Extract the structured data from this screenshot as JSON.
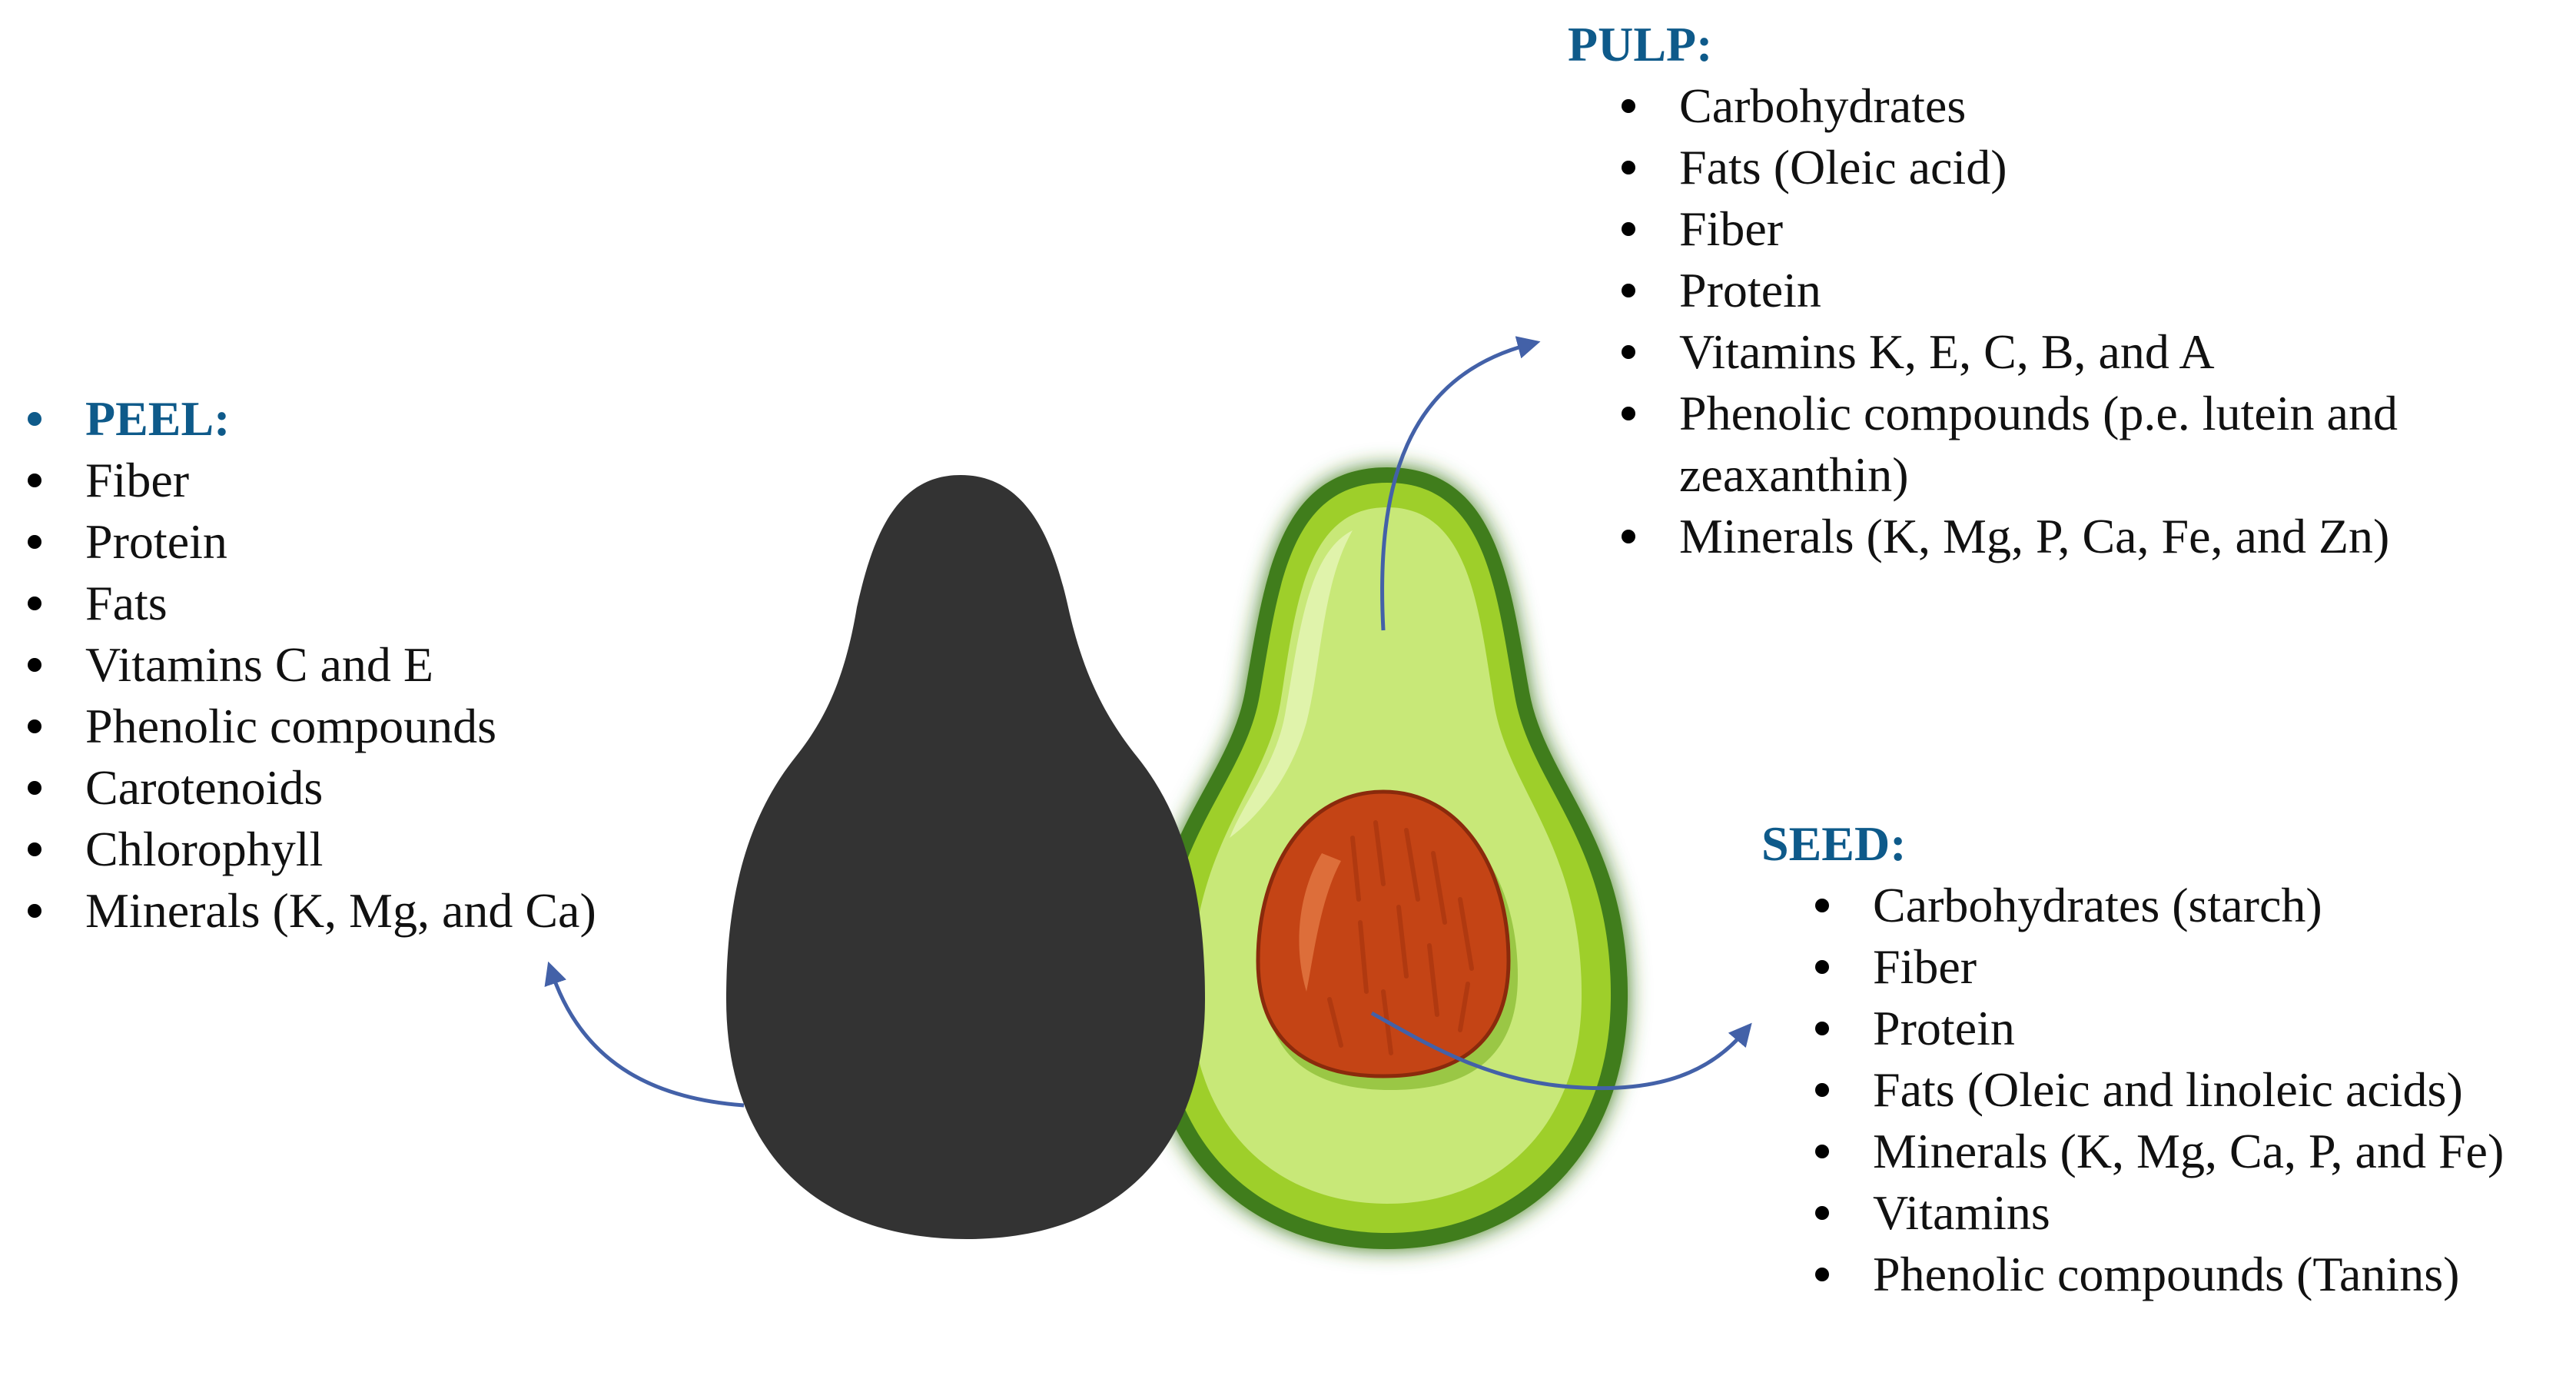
{
  "peel": {
    "heading": "PEEL:",
    "items": [
      "Fiber",
      "Protein",
      "Fats",
      "Vitamins C and E",
      "Phenolic compounds",
      "Carotenoids",
      "Chlorophyll",
      "Minerals (K, Mg, and Ca)"
    ]
  },
  "pulp": {
    "heading": "PULP:",
    "items": [
      "Carbohydrates",
      "Fats (Oleic acid)",
      "Fiber",
      "Protein",
      "Vitamins K, E, C, B, and A",
      "Phenolic compounds (p.e. lutein and zeaxanthin)",
      "Minerals (K, Mg, P, Ca, Fe, and Zn)"
    ]
  },
  "seed": {
    "heading": "SEED:",
    "items": [
      "Carbohydrates (starch)",
      "Fiber",
      "Protein",
      "Fats (Oleic and linoleic acids)",
      "Minerals (K, Mg, Ca, P, and Fe)",
      "Vitamins",
      "Phenolic compounds (Tanins)"
    ]
  },
  "colors": {
    "heading": "#0e5a8a",
    "arrow": "#4361a8",
    "peel": "#333333",
    "flesh_outer": "#9ecf2a",
    "flesh_inner": "#c8e878",
    "skin_edge": "#3f7d1a",
    "seed": "#c44415",
    "seed_edge": "#8a2a0c"
  },
  "icons": [
    "avocado-whole-peel-icon",
    "avocado-half-pulp-icon",
    "avocado-seed-icon"
  ]
}
